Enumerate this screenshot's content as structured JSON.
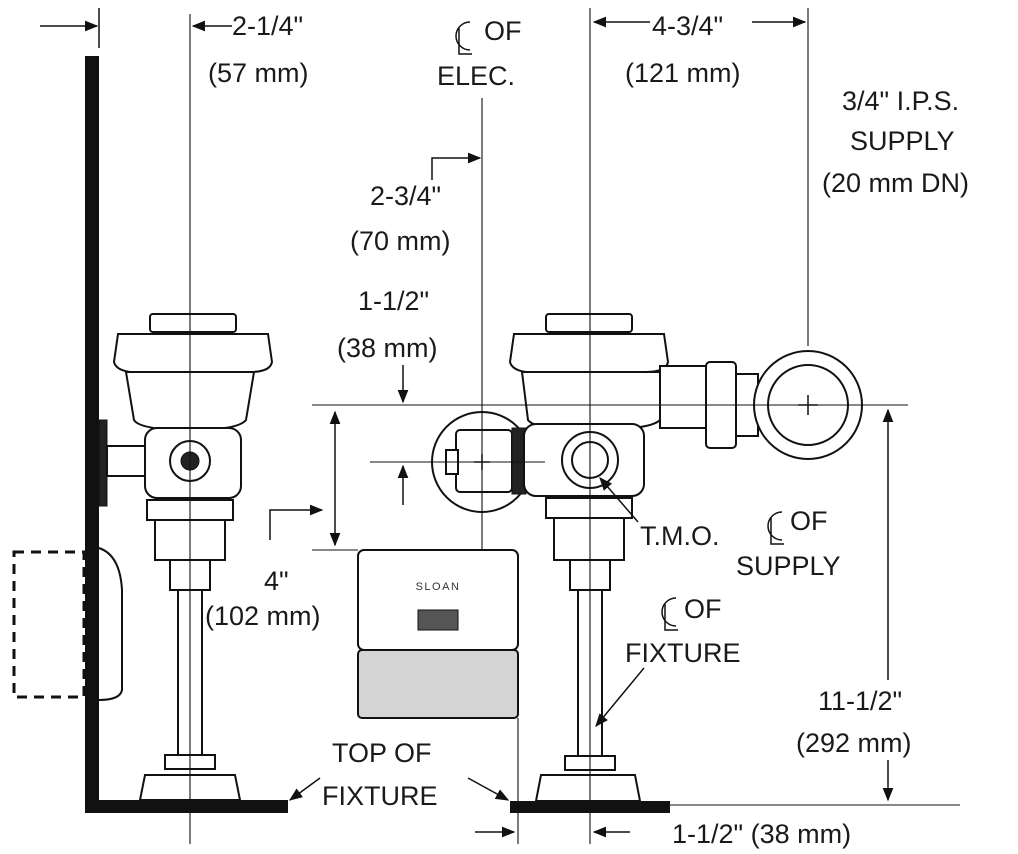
{
  "brand": "SLOAN",
  "dimensions": {
    "wall_to_valve_cl": {
      "value": "2-1/4\"",
      "metric": "(57 mm)"
    },
    "electronics_offset": {
      "value": "2-3/4\"",
      "metric": "(70 mm)"
    },
    "vertical_spacing": {
      "value": "1-1/2\"",
      "metric": "(38 mm)"
    },
    "valve_cl_to_supply": {
      "value": "4-3/4\"",
      "metric": "(121 mm)"
    },
    "module_height": {
      "value": "4\"",
      "metric": "(102 mm)"
    },
    "supply_height": {
      "value": "11-1/2\"",
      "metric": "(292 mm)"
    },
    "fixture_offset": "1-1/2\" (38 mm)"
  },
  "labels": {
    "cl_elec_1": "OF",
    "cl_elec_2": "ELEC.",
    "supply_spec_1": "3/4\" I.P.S.",
    "supply_spec_2": "SUPPLY",
    "supply_spec_3": "(20 mm DN)",
    "tmo": "T.M.O.",
    "cl_supply_1": "OF",
    "cl_supply_2": "SUPPLY",
    "cl_fixture_1": "OF",
    "cl_fixture_2": "FIXTURE",
    "top_fixture_1": "TOP OF",
    "top_fixture_2": "FIXTURE"
  }
}
